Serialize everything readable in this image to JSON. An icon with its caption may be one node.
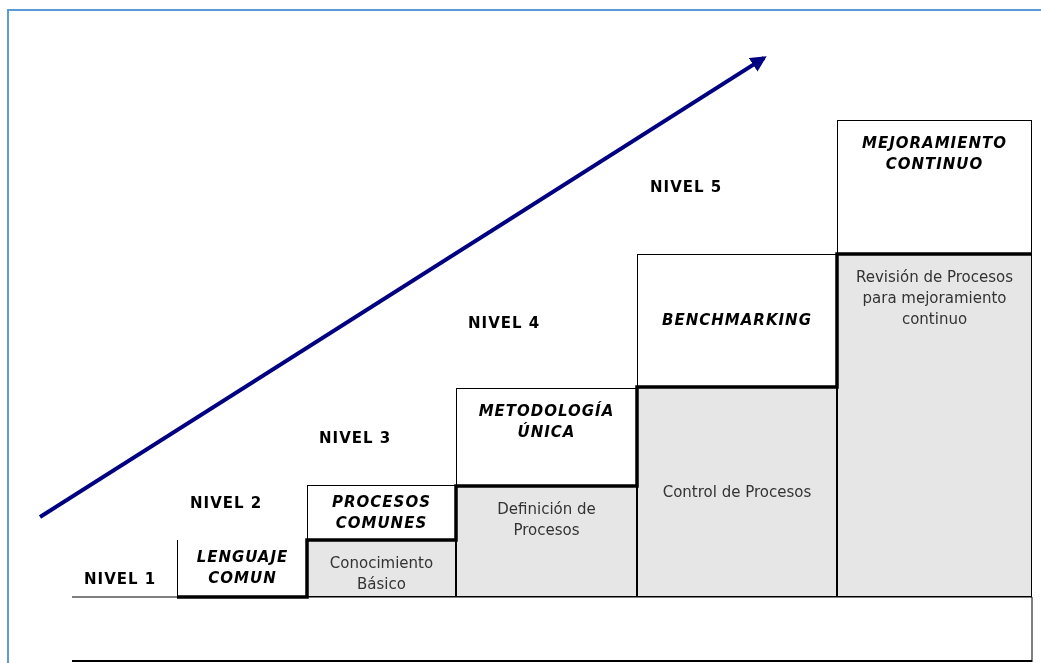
{
  "diagram": {
    "nodes": [
      {
        "text": [
          "LENGUAJE COMUN"
        ]
      },
      {
        "text": [
          "PROCESOS COMUNES"
        ]
      },
      {
        "text": [
          "Conocimiento Básico"
        ]
      },
      {
        "text": [
          "METODOLOGÍA ÚNICA"
        ]
      },
      {
        "text": [
          "Definición de Procesos"
        ]
      },
      {
        "text": [
          "BENCHMARKING"
        ]
      },
      {
        "text": [
          "Control de Procesos"
        ]
      },
      {
        "text": [
          "MEJORAMIENTO CONTINUO"
        ]
      },
      {
        "text": [
          "Revisión de Procesos para mejoramiento continuo"
        ]
      }
    ],
    "labels": [
      "NIVEL 5",
      "NIVEL 4",
      "NIVEL 3",
      "NIVEL 2",
      "NIVEL 1"
    ]
  }
}
